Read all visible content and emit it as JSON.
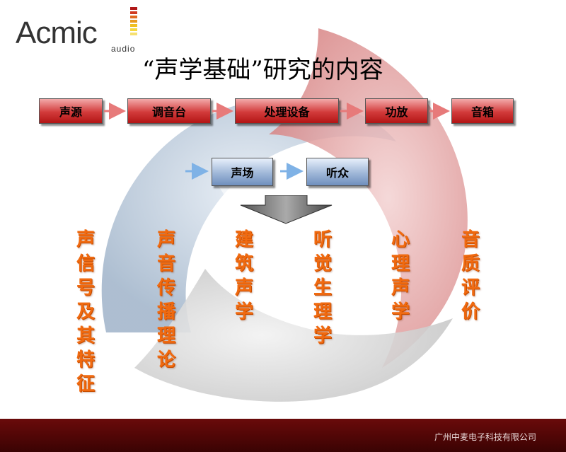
{
  "logo": {
    "main": "Acmic",
    "sub": "audio"
  },
  "title": "“声学基础”研究的内容",
  "flow_top": [
    "声源",
    "调音台",
    "处理设备",
    "功放",
    "音箱"
  ],
  "flow_bottom": [
    "声场",
    "听众"
  ],
  "topics": [
    "声信号及其特征",
    "声音传播理论",
    "建筑声学",
    "听觉生理学",
    "心理声学",
    "音质评价"
  ],
  "footer": {
    "company": "广州中麦电子科技有限公司"
  },
  "colors": {
    "accent_orange": "#f06a10",
    "red_box": "#d23a3a",
    "blue_box": "#9fb7d8",
    "footer_bg": "#4d0606"
  }
}
